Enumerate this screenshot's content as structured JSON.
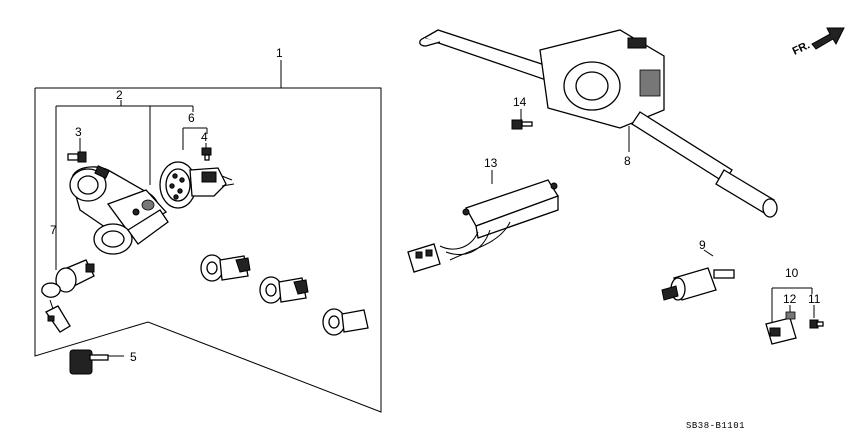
{
  "callouts": {
    "c1": "1",
    "c2": "2",
    "c3": "3",
    "c4": "4",
    "c5": "5",
    "c6": "6",
    "c7": "7",
    "c8": "8",
    "c9": "9",
    "c10": "10",
    "c11": "11",
    "c12": "12",
    "c13": "13",
    "c14": "14"
  },
  "direction_label": "FR.",
  "diagram_code": "SB38-B1101"
}
